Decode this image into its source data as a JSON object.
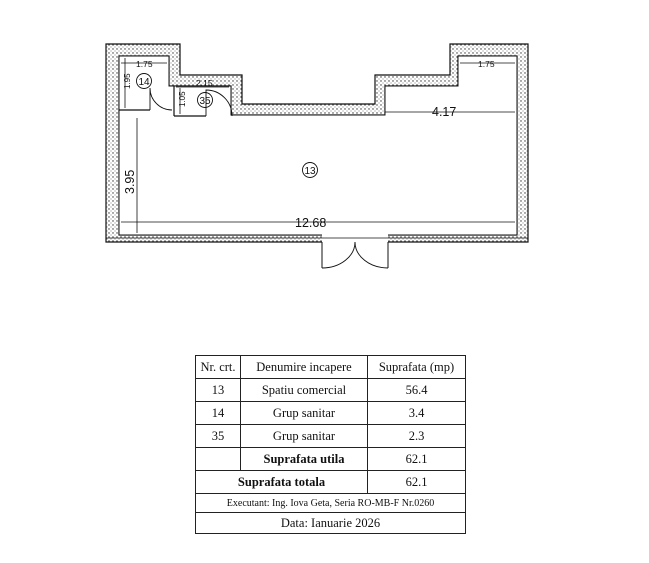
{
  "plan": {
    "rooms": [
      {
        "id": "13"
      },
      {
        "id": "14"
      },
      {
        "id": "35"
      }
    ],
    "dimensions": {
      "top_left_width": "1.75",
      "top_right_width": "1.75",
      "room14_height": "1.95",
      "room35_height": "1.05",
      "room35_width": "2.15",
      "right_depth": "4.17",
      "main_height": "3.95",
      "main_width": "12.68"
    }
  },
  "table": {
    "headers": [
      "Nr. crt.",
      "Denumire incapere",
      "Suprafata (mp)"
    ],
    "rows": [
      {
        "nr": "13",
        "name": "Spatiu comercial",
        "area": "56.4"
      },
      {
        "nr": "14",
        "name": "Grup sanitar",
        "area": "3.4"
      },
      {
        "nr": "35",
        "name": "Grup sanitar",
        "area": "2.3"
      }
    ],
    "util_label": "Suprafata utila",
    "util_value": "62.1",
    "total_label": "Suprafata totala",
    "total_value": "62.1",
    "executant": "Executant: Ing. Iova Geta, Seria RO-MB-F Nr.0260",
    "date": "Data: Ianuarie 2026"
  }
}
